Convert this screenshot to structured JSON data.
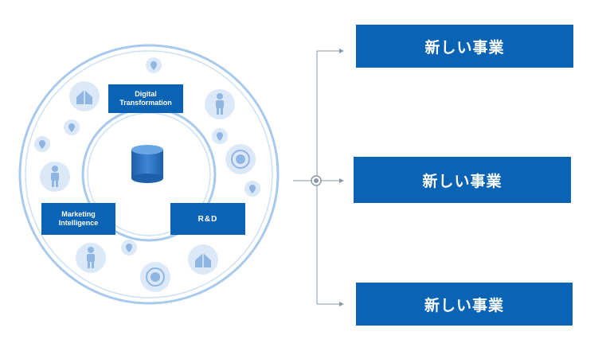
{
  "labels": {
    "digital_line1": "Digital",
    "digital_line2": "Transformation",
    "marketing_line1": "Marketing",
    "marketing_line2": "Intelligence",
    "rd": "R&D"
  },
  "business_boxes": [
    "新しい事業",
    "新しい事業",
    "新しい事業"
  ],
  "colors": {
    "accent": "#0a63b5",
    "ring": "#a9c9ec",
    "icon_bg": "#dbe8f7",
    "icon_fg": "#8fb6e2",
    "connector": "#8a97a5"
  }
}
